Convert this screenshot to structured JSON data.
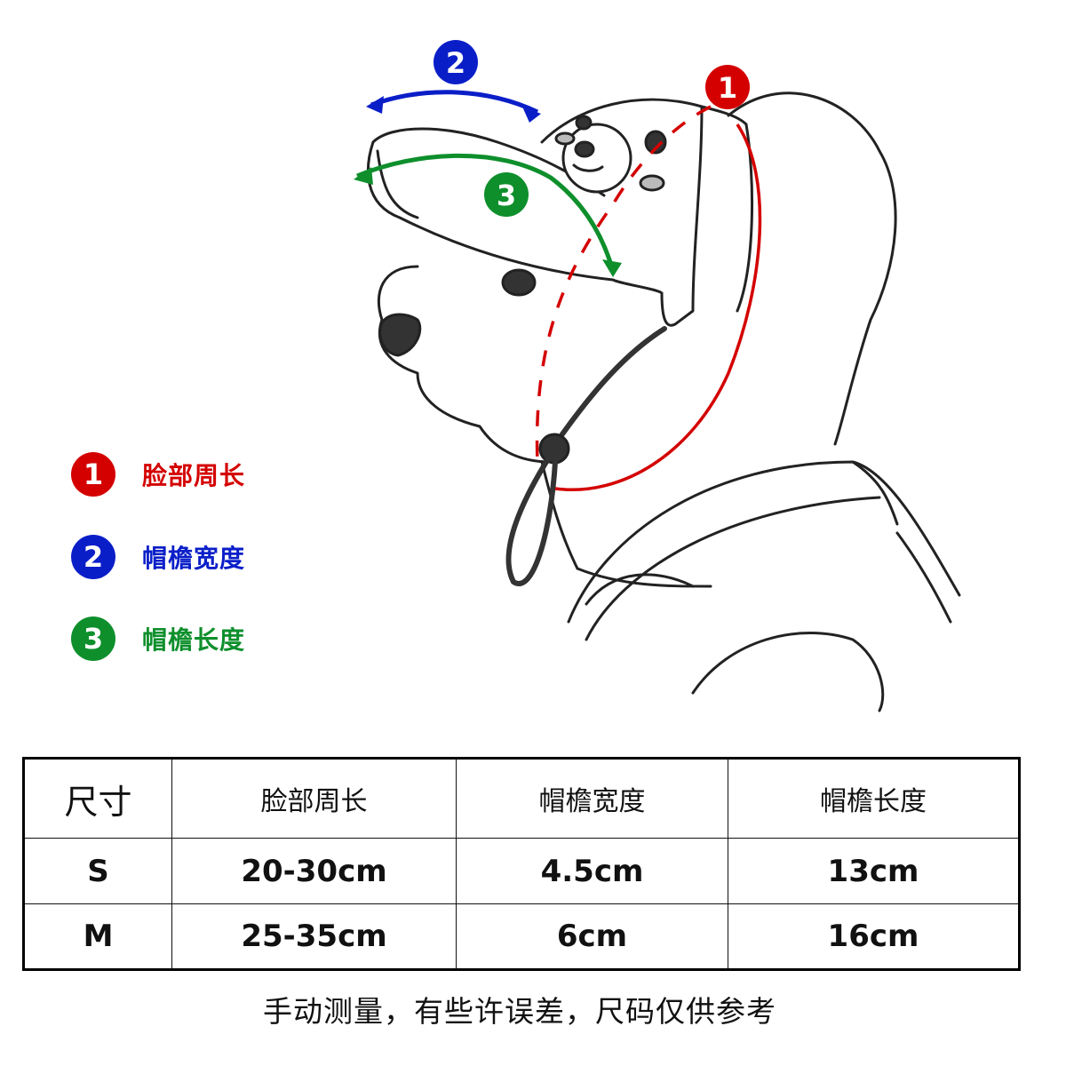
{
  "illustration": {
    "subject": "dog-wearing-cap-with-chin-strap",
    "markers": [
      {
        "number": "1",
        "color": "#d40000"
      },
      {
        "number": "2",
        "color": "#0a1ec8"
      },
      {
        "number": "3",
        "color": "#0e8f2c"
      }
    ]
  },
  "legend": {
    "items": [
      {
        "number": "1",
        "label": "脸部周长",
        "color": "#d40000"
      },
      {
        "number": "2",
        "label": "帽檐宽度",
        "color": "#0a1ec8"
      },
      {
        "number": "3",
        "label": "帽檐长度",
        "color": "#0e8f2c"
      }
    ]
  },
  "size_table": {
    "headers": [
      "尺寸",
      "脸部周长",
      "帽檐宽度",
      "帽檐长度"
    ],
    "rows": [
      [
        "S",
        "20-30cm",
        "4.5cm",
        "13cm"
      ],
      [
        "M",
        "25-35cm",
        "6cm",
        "16cm"
      ]
    ]
  },
  "footnote": "手动测量，有些许误差，尺码仅供参考"
}
